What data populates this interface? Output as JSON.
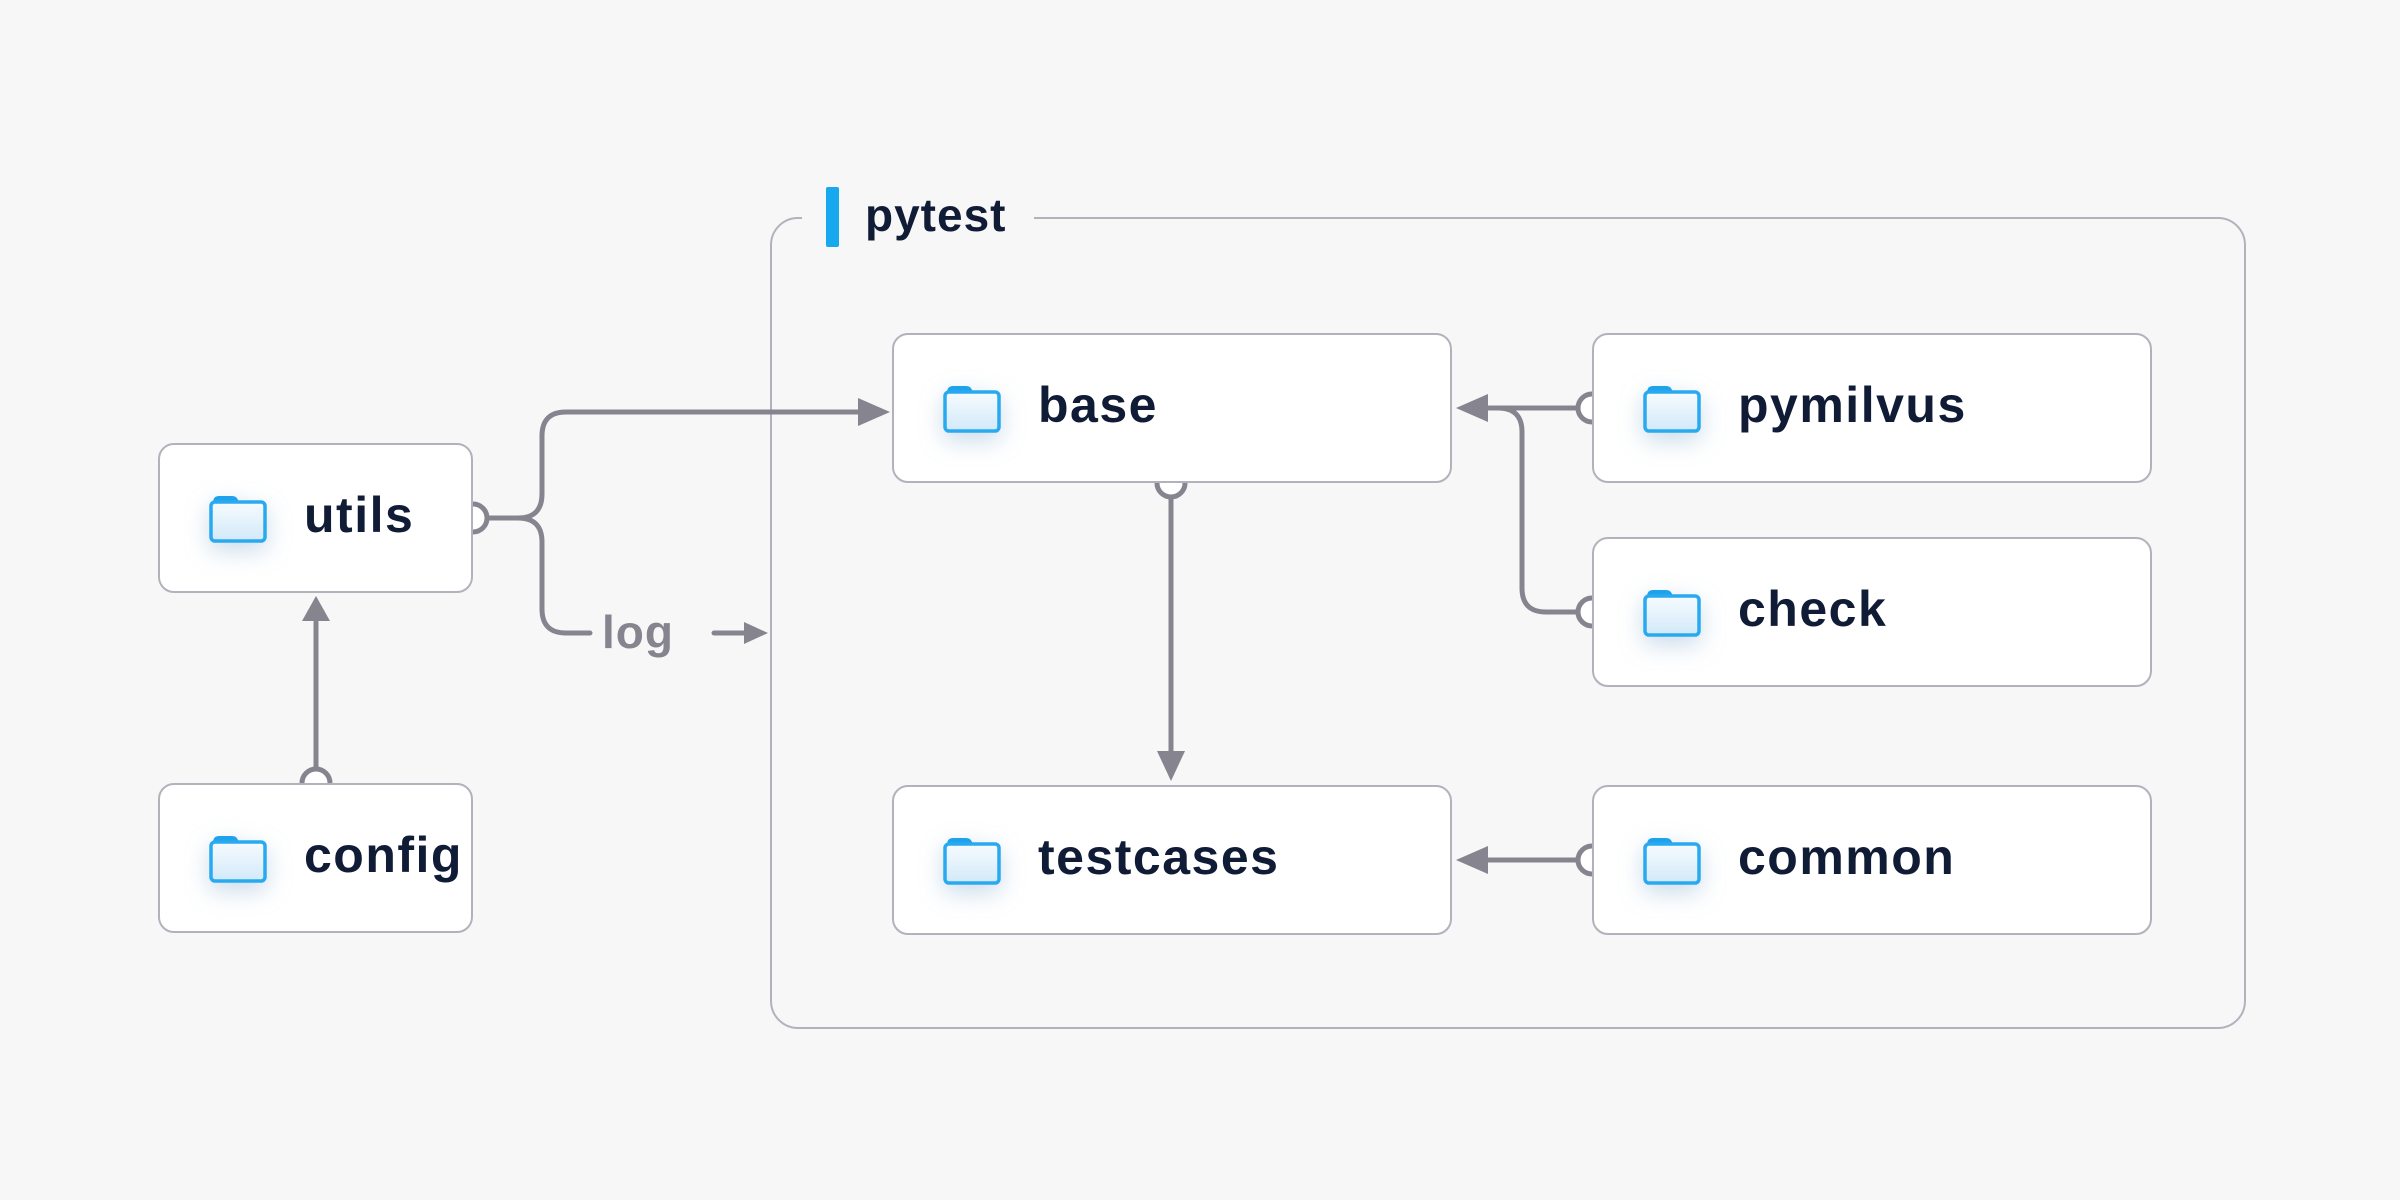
{
  "colors": {
    "background": "#f7f7f8",
    "node_fill": "#ffffff",
    "border_gray": "#b3b2bc",
    "connector_gray": "#85848f",
    "text_navy": "#101b36",
    "accent_blue": "#18a8ee",
    "folder_blue": "#29a9f0"
  },
  "container": {
    "label": "pytest"
  },
  "nodes": {
    "utils": {
      "label": "utils",
      "icon": "folder-icon"
    },
    "config": {
      "label": "config",
      "icon": "folder-icon"
    },
    "base": {
      "label": "base",
      "icon": "folder-icon"
    },
    "pymilvus": {
      "label": "pymilvus",
      "icon": "folder-icon"
    },
    "check": {
      "label": "check",
      "icon": "folder-icon"
    },
    "testcases": {
      "label": "testcases",
      "icon": "folder-icon"
    },
    "common": {
      "label": "common",
      "icon": "folder-icon"
    }
  },
  "edges": {
    "log_label": "log",
    "connections": [
      {
        "from": "config",
        "to": "utils",
        "style": "arrow"
      },
      {
        "from": "utils",
        "to": "base",
        "style": "arrow"
      },
      {
        "from": "utils",
        "to": "log",
        "style": "labelled-stub"
      },
      {
        "from": "base",
        "to": "testcases",
        "style": "arrow"
      },
      {
        "from": "pymilvus",
        "to": "base",
        "style": "arrow"
      },
      {
        "from": "check",
        "to": "base",
        "style": "arrow-merge"
      },
      {
        "from": "common",
        "to": "testcases",
        "style": "arrow"
      }
    ]
  }
}
